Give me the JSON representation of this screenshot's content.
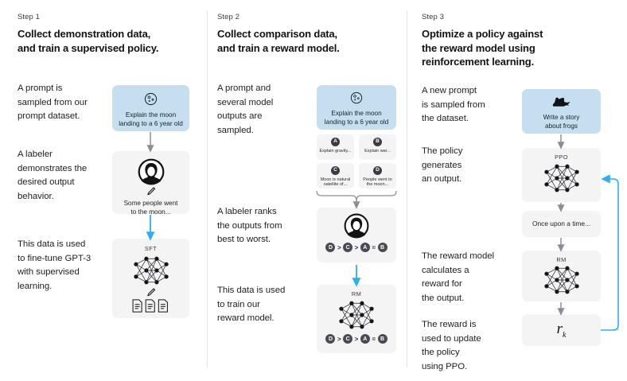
{
  "diagram": {
    "title": "Training language models to follow instructions with human feedback — three step method",
    "accent_blue": "#2ab0f5",
    "prompt_box_blue": "#c5dff0",
    "panel_gray": "#f4f4f4",
    "arrow_gray": "#8d8d96"
  },
  "columns": [
    {
      "step_label": "Step 1",
      "headline": "Collect demonstration data,\nand train a supervised policy.",
      "captions": [
        "A prompt is\nsampled from our\nprompt dataset.",
        "A labeler\ndemonstrates the\ndesired output\nbehavior.",
        "This data is used\nto fine-tune GPT-3\nwith supervised\nlearning."
      ],
      "prompt_box": {
        "icon": "moon-icon",
        "text": "Explain the moon\nlanding to a 6 year old"
      },
      "labeler_box": {
        "icon": "labeler-person-icon",
        "pencil": "pencil-icon",
        "text": "Some people went\nto the moon..."
      },
      "model_box": {
        "title": "SFT",
        "icon": "neural-network-icon",
        "pencil": "pencil-icon",
        "docs": "document-icon"
      }
    },
    {
      "step_label": "Step 2",
      "headline": "Collect comparison data,\nand train a reward model.",
      "captions": [
        "A prompt and\nseveral model\noutputs are\nsampled.",
        "A labeler ranks\nthe outputs from\nbest to worst.",
        "This data is used\nto train our\nreward model."
      ],
      "prompt_box": {
        "icon": "moon-icon",
        "text": "Explain the moon\nlanding to a 6 year old"
      },
      "options": [
        {
          "badge": "A",
          "text": "Explain gravity..."
        },
        {
          "badge": "B",
          "text": "Explain war..."
        },
        {
          "badge": "C",
          "text": "Moon is natural\nsatellite of..."
        },
        {
          "badge": "D",
          "text": "People went to\nthe moon..."
        }
      ],
      "ranking_box": {
        "icon": "labeler-person-icon",
        "ranking": [
          "D",
          ">",
          "C",
          ">",
          "A",
          "=",
          "B"
        ]
      },
      "reward_model_box": {
        "title": "RM",
        "icon": "neural-network-icon",
        "ranking": [
          "D",
          ">",
          "C",
          ">",
          "A",
          "=",
          "B"
        ]
      }
    },
    {
      "step_label": "Step 3",
      "headline": "Optimize a policy against\nthe reward model using\nreinforcement learning.",
      "captions": [
        "A new prompt\nis sampled from\nthe dataset.",
        "The policy\ngenerates\nan output.",
        "The reward model\ncalculates a\nreward for\nthe output.",
        "The reward is\nused to update\nthe policy\nusing PPO."
      ],
      "prompt_box": {
        "icon": "frog-icon",
        "text": "Write a story\nabout frogs"
      },
      "policy_box": {
        "title": "PPO",
        "icon": "neural-network-icon"
      },
      "output_box": {
        "text": "Once upon a time..."
      },
      "reward_model_box": {
        "title": "RM",
        "icon": "neural-network-icon"
      },
      "reward_box": {
        "symbol": "r",
        "subscript": "k"
      }
    }
  ]
}
